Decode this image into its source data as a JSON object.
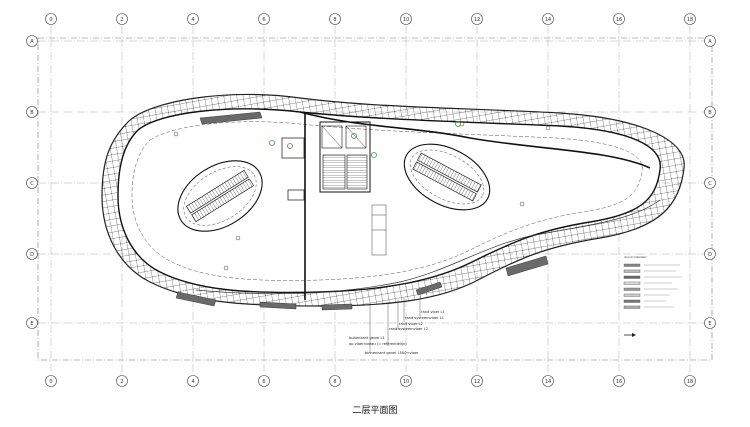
{
  "grid": {
    "columns": [
      "0",
      "2",
      "4",
      "6",
      "8",
      "10",
      "12",
      "14",
      "16",
      "18"
    ],
    "rows": [
      "A",
      "B",
      "C",
      "D",
      "E"
    ]
  },
  "annotations": [
    "rand vloer L1",
    "rand systeemvloer L1",
    "rand vloer L2",
    "rand systeemvloer L2",
    "buitenkant gevel L1",
    "op vloerniveau (= referentielijn)",
    "binnenkant gevel 1500+vloer"
  ],
  "legend": {
    "title": "renvooi materialen"
  },
  "caption": "二层平面图"
}
